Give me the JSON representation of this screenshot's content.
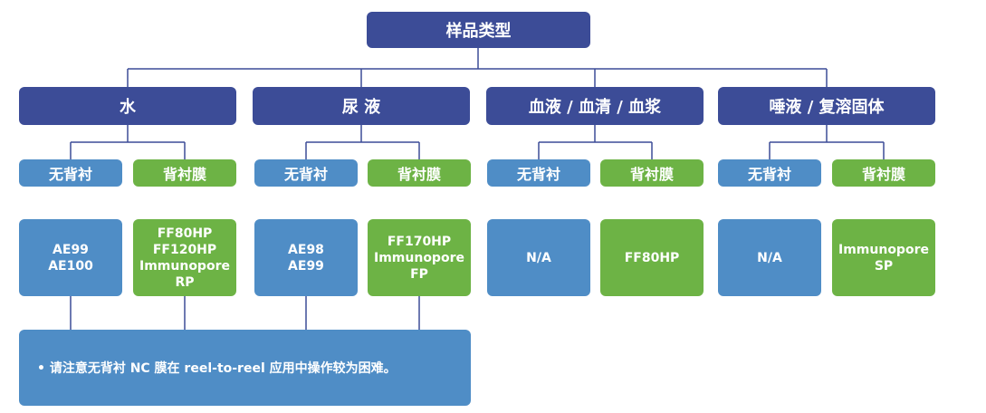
{
  "root": "样品类型",
  "categories": [
    {
      "title": "水",
      "no_backing": {
        "label": "无背衬",
        "items": [
          "AE99",
          "AE100"
        ]
      },
      "backed": {
        "label": "背衬膜",
        "items": [
          "FF80HP",
          "FF120HP",
          "Immunopore",
          "RP"
        ]
      }
    },
    {
      "title": "尿 液",
      "no_backing": {
        "label": "无背衬",
        "items": [
          "AE98",
          "AE99"
        ]
      },
      "backed": {
        "label": "背衬膜",
        "items": [
          "FF170HP",
          "Immunopore",
          "FP"
        ]
      }
    },
    {
      "title": "血液 / 血清 / 血浆",
      "no_backing": {
        "label": "无背衬",
        "items": [
          "N/A"
        ]
      },
      "backed": {
        "label": "背衬膜",
        "items": [
          "FF80HP"
        ]
      }
    },
    {
      "title": "唾液 / 复溶固体",
      "no_backing": {
        "label": "无背衬",
        "items": [
          "N/A"
        ]
      },
      "backed": {
        "label": "背衬膜",
        "items": [
          "Immunopore",
          "SP"
        ]
      }
    }
  ],
  "note": "• 请注意无背衬 NC 膜在 reel-to-reel 应用中操作较为困难。",
  "colors": {
    "navy": "#3c4c97",
    "blue": "#4f8dc6",
    "green": "#6db345",
    "line": "#3c4c97"
  }
}
